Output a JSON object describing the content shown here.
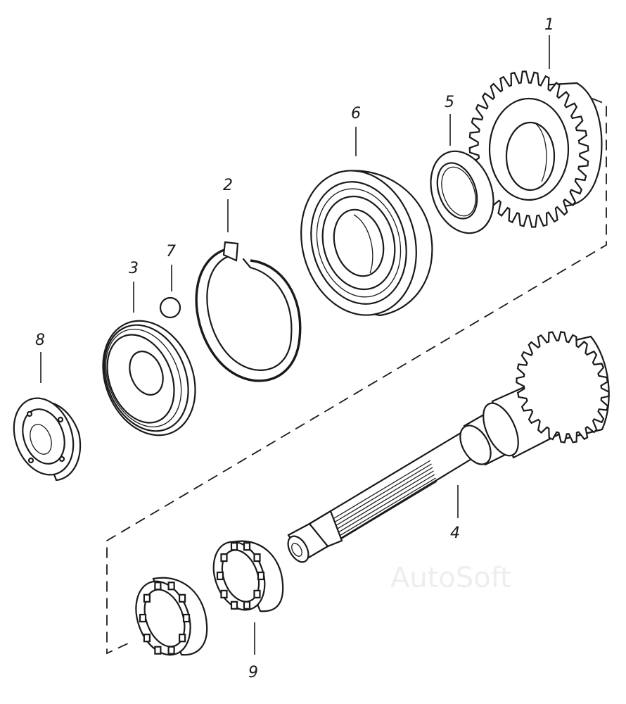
{
  "watermark": "AutoSoft",
  "labels": {
    "p1": "1",
    "p2": "2",
    "p3": "3",
    "p4": "4",
    "p5": "5",
    "p6": "6",
    "p7": "7",
    "p8": "8",
    "p9": "9"
  }
}
